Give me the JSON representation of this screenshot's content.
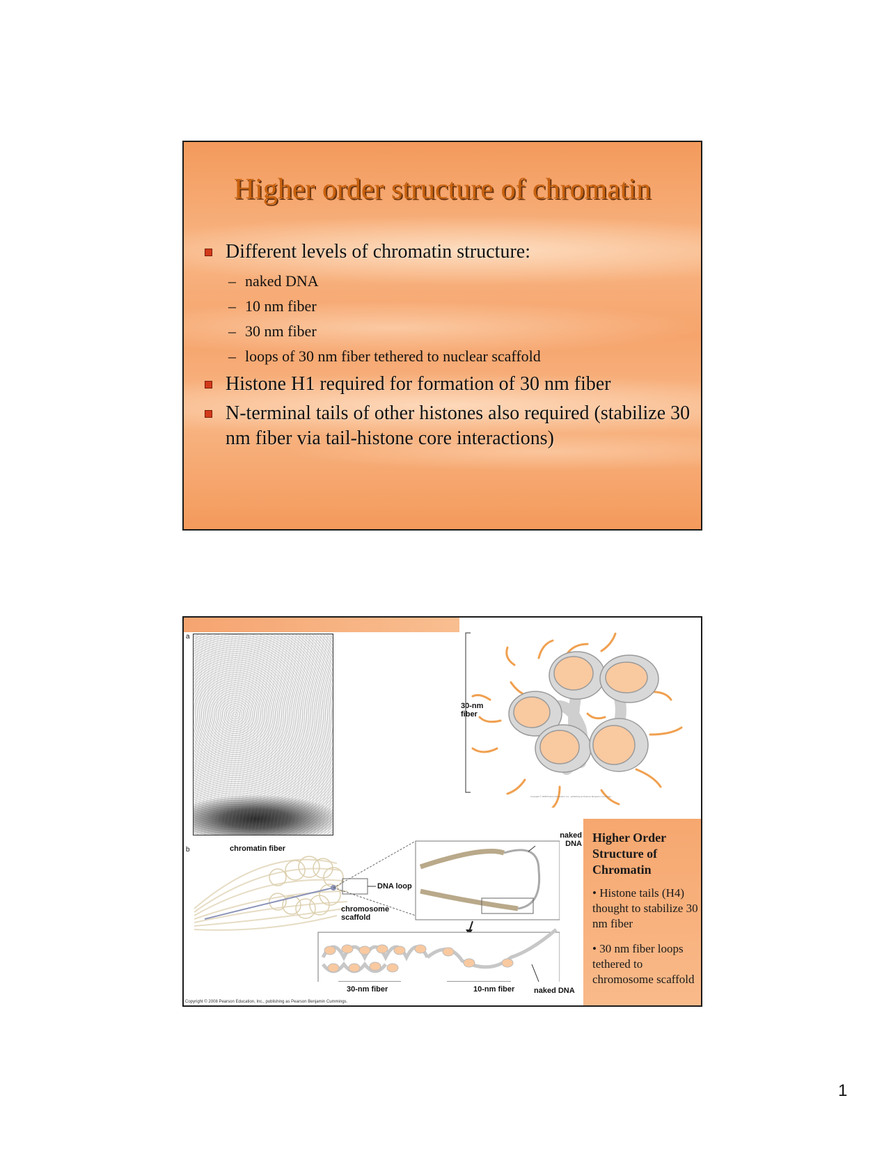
{
  "slide1": {
    "title": "Higher order structure of chromatin",
    "bullets": [
      {
        "text": "Different levels of chromatin structure:",
        "sub": [
          "naked DNA",
          "10 nm fiber",
          "30 nm fiber",
          "loops of 30 nm fiber tethered to nuclear scaffold"
        ]
      },
      {
        "text": "Histone H1 required for formation of 30 nm fiber",
        "sub": []
      },
      {
        "text": "N-terminal tails of other histones also required (stabilize 30 nm fiber via tail-histone core interactions)",
        "sub": []
      }
    ],
    "dash": "–"
  },
  "slide2": {
    "figure": {
      "panel_a_letter": "a",
      "panel_b_letter": "b",
      "label_30nm_fiber": "30-nm\nfiber",
      "label_chromatin_fiber": "chromatin fiber",
      "label_dna_loop": "DNA loop",
      "label_chromosome_scaffold": "chromosome\nscaffold",
      "label_naked_dna_top": "naked\nDNA",
      "label_30nm_fiber_bottom": "30-nm fiber",
      "label_10nm_fiber_bottom": "10-nm fiber",
      "label_naked_dna_bottom": "naked DNA",
      "fine_print_copyright": "Copyright © 2008 Pearson Education, Inc., publishing as Pearson Benjamin Cummings.",
      "copyright": "Copyright © 2008 Pearson Education, Inc., publishing as Pearson Benjamin Cummings."
    },
    "side_panel": {
      "title": "Higher Order Structure of Chromatin",
      "bullet1": "• Histone tails (H4) thought to stabilize 30 nm fiber",
      "bullet2": "• 30 nm fiber loops tethered to chromosome scaffold"
    }
  },
  "page_number": "1",
  "colors": {
    "slide_orange": "#f6a46c",
    "title_orange": "#c8620f",
    "bullet_red": "#d23a1a",
    "histone_core": "#f9c9a0",
    "histone_tail": "#f0a050"
  }
}
